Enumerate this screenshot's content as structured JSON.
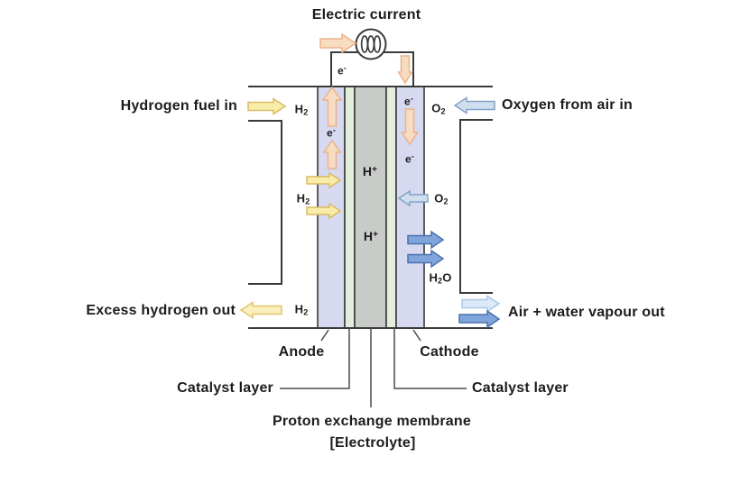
{
  "title": "Electric current",
  "left": {
    "inlet_label": "Hydrogen fuel in",
    "outlet_label": "Excess hydrogen out"
  },
  "right": {
    "inlet_label": "Oxygen from air in",
    "outlet_label": "Air + water vapour out"
  },
  "cell": {
    "anode_label": "Anode",
    "cathode_label": "Cathode",
    "catalyst_left_label": "Catalyst layer",
    "catalyst_right_label": "Catalyst layer",
    "membrane_label": "Proton exchange membrane",
    "membrane_sublabel": "[Electrolyte]"
  },
  "species": {
    "h2": {
      "base": "H",
      "sub": "2"
    },
    "o2": {
      "base": "O",
      "sub": "2"
    },
    "h2o": {
      "a": "H",
      "sub": "2",
      "b": "O"
    },
    "electron": {
      "base": "e",
      "sup": "-"
    },
    "proton": {
      "base": "H",
      "sup": "+"
    }
  },
  "colors": {
    "line": "#3a3a3a",
    "leader": "#4a4a4a",
    "text": "#1c1c1c",
    "channel_fill": "#d6d9f0",
    "catalyst_fill": "#e3efdc",
    "membrane_fill": "#c9cbc9",
    "yellow_fill": "#f8eda8",
    "yellow_stroke": "#dcba64",
    "pale_yellow_fill": "#f9f0bb",
    "pale_yellow_stroke": "#e2c36c",
    "peach_fill": "#f8dcc2",
    "peach_stroke": "#ecb28a",
    "lightblue_fill": "#cfdff0",
    "lightblue_stroke": "#84a2c4",
    "paleblue_fill": "#dce9f8",
    "paleblue_stroke": "#a9c7e8",
    "blue_fill": "#7fa5db",
    "blue_stroke": "#4a70b0",
    "coil_fill": "#ffffff"
  }
}
